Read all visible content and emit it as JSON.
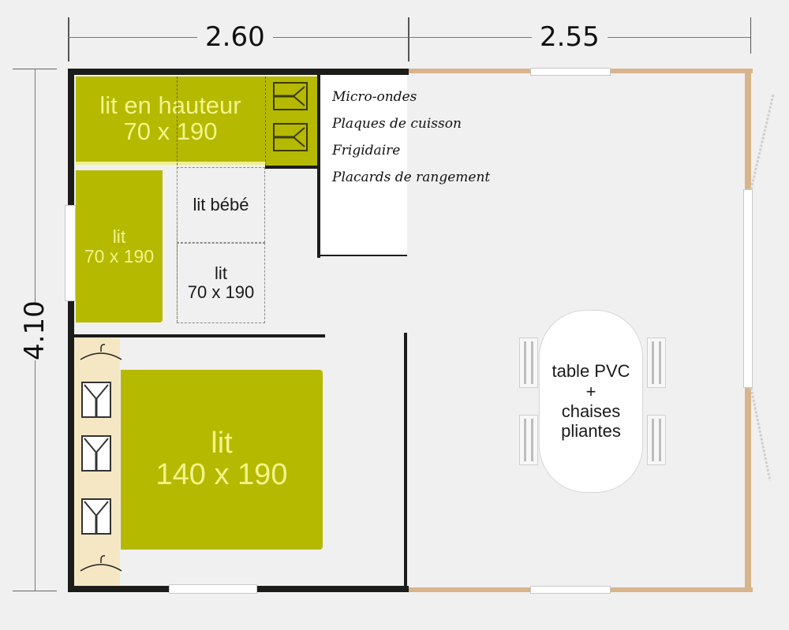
{
  "dimensions": {
    "width_left": "2.60",
    "width_right": "2.55",
    "depth": "4.10"
  },
  "rooms": {
    "loft_bed": {
      "label": "lit en hauteur",
      "size": "70 x 190"
    },
    "single_bed_green": {
      "label": "lit",
      "size": "70 x 190"
    },
    "baby_bed": {
      "label": "lit bébé"
    },
    "single_bed_dashed": {
      "label": "lit",
      "size": "70 x 190"
    },
    "double_bed": {
      "label": "lit",
      "size": "140 x 190"
    }
  },
  "kitchen": {
    "items": [
      "Micro-ondes",
      "Plaques de cuisson",
      "Frigidaire",
      "Placards de rangement"
    ]
  },
  "terrace": {
    "table_line1": "table PVC",
    "table_line2": "+",
    "table_line3": "chaises",
    "table_line4": "pliantes"
  },
  "colors": {
    "bed_green": "#b5b900",
    "bed_text": "#f3f38a",
    "wall_black": "#1c1c1a",
    "wall_tan": "#d8b48c",
    "wardrobe": "#f6e7c4",
    "background": "#f1f0f0"
  }
}
